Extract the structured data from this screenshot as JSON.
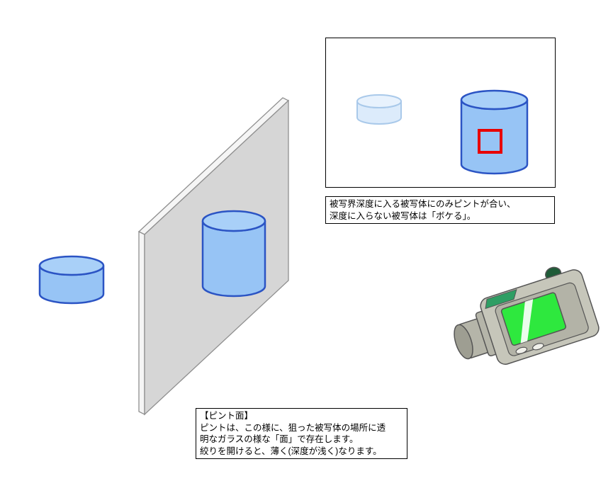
{
  "viewfinder_panel": {
    "caption_lines": [
      "被写界深度に入る被写体にのみピントが合い、",
      "深度に入らない被写体は「ボケる」。"
    ]
  },
  "focus_plane_note": {
    "lines": [
      "【ピント面】",
      "ピントは、この様に、狙った被写体の場所に透",
      "明なガラスの様な「面」で存在します。",
      "絞りを開けると、薄く(深度が浅く)なります。"
    ]
  },
  "colors": {
    "background": "#ffffff",
    "panel_fill": "#ffffff",
    "panel_border": "#000000",
    "cylinder_fill": "#97c4f5",
    "cylinder_top_fill": "#a9d0f8",
    "cylinder_stroke": "#2b54c4",
    "blurred_fill": "#dcebfb",
    "blurred_top_fill": "#e8f2fd",
    "blurred_stroke": "#a9c9ea",
    "focus_frame": "#e80000",
    "plane_fill": "#d6d6d6",
    "plane_edge_fill": "#f5f5f5",
    "plane_stroke": "#8f8f8f",
    "camera_body": "#c6c6ba",
    "camera_panel": "#b3b3a7",
    "camera_lens": "#b5b5a9",
    "camera_lens_front": "#9e9e92",
    "camera_screen": "#2ee83e",
    "camera_screen_stripe": "#ffffff",
    "camera_top_button": "#1f5c38",
    "camera_accent": "#2f9e64",
    "camera_small_button": "#f0f0ea",
    "camera_outline": "#555555"
  }
}
